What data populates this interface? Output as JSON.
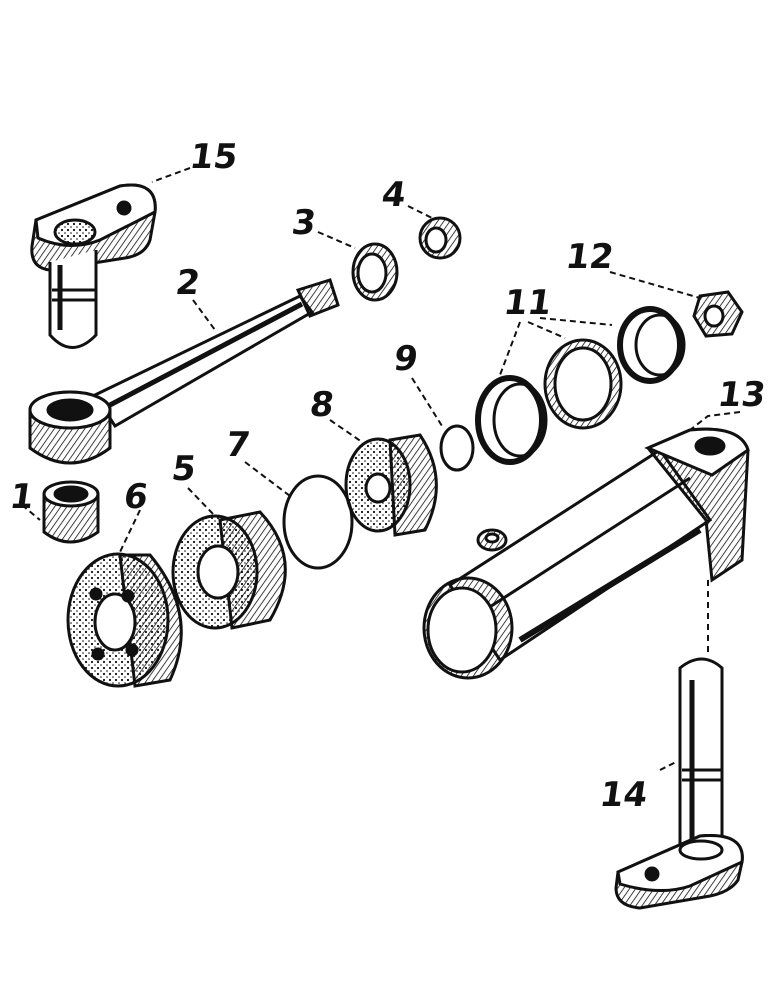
{
  "callouts": {
    "c1": "1",
    "c2": "2",
    "c3": "3",
    "c4": "4",
    "c5": "5",
    "c6": "6",
    "c7": "7",
    "c8": "8",
    "c9": "9",
    "c11": "11",
    "c12": "12",
    "c13": "13",
    "c14": "14",
    "c15": "15"
  },
  "colors": {
    "ink": "#111111",
    "paper": "#ffffff"
  }
}
